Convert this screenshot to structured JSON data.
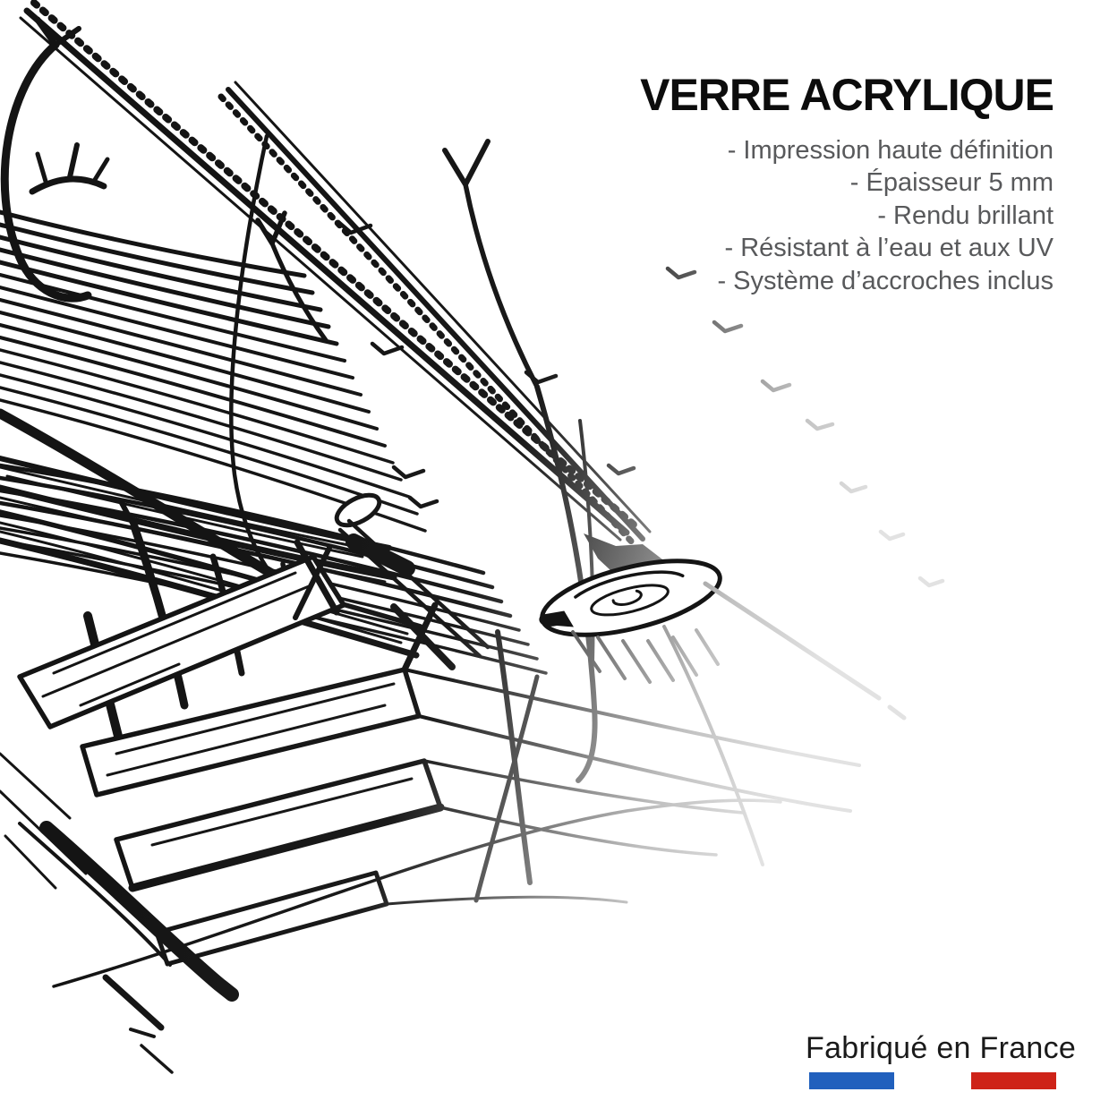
{
  "product": {
    "title": "VERRE ACRYLIQUE",
    "features": [
      "- Impression haute définition",
      "- Épaisseur 5 mm",
      "- Rendu brillant",
      "- Résistant à l’eau et aux UV",
      "- Système d’accroches inclus"
    ]
  },
  "footer": {
    "made_in": "Fabriqué en France",
    "flag_blue": "#2160bd",
    "flag_red": "#ce2318"
  },
  "illustration": {
    "description": "Hand-drawn black ink sketch of a traditional wooden boat with battened sail, spars, deck planks and a cut log, fading to light grey toward the lower right",
    "ink_color": "#141414",
    "fade_color": "#e0e0e0"
  },
  "colors": {
    "background": "#ffffff",
    "title_text": "#0c0c0c",
    "features_text": "#58595b",
    "made_in_text": "#1a1a1a"
  }
}
